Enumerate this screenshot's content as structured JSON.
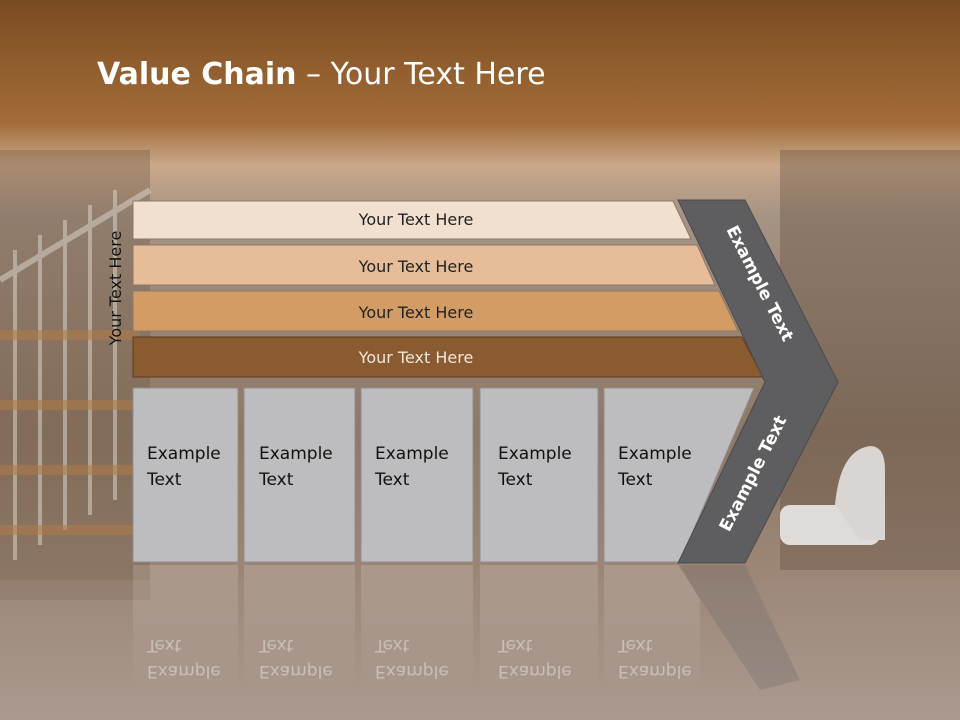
{
  "slide": {
    "title_bold": "Value Chain",
    "title_rest": " – Your Text Here",
    "side_label": "Your Text Here",
    "bars": [
      {
        "label": "Your Text Here",
        "color": "#F1E0CF"
      },
      {
        "label": "Your Text Here",
        "color": "#E6BD98"
      },
      {
        "label": "Your Text Here",
        "color": "#D39C65"
      },
      {
        "label": "Your Text Here",
        "color": "#8A5A30"
      }
    ],
    "boxes": [
      {
        "line1": "Example",
        "line2": "Text"
      },
      {
        "line1": "Example",
        "line2": "Text"
      },
      {
        "line1": "Example",
        "line2": "Text"
      },
      {
        "line1": "Example",
        "line2": "Text"
      },
      {
        "line1": "Example",
        "line2": "Text"
      }
    ],
    "chevron_upper_text": "Example Text",
    "chevron_lower_text": "Example Text"
  },
  "colors": {
    "title_band": "#8E5A2A",
    "box_fill": "#BDBDBF",
    "chevron_fill": "#5E5E60",
    "title_text": "#FFFFFF"
  }
}
